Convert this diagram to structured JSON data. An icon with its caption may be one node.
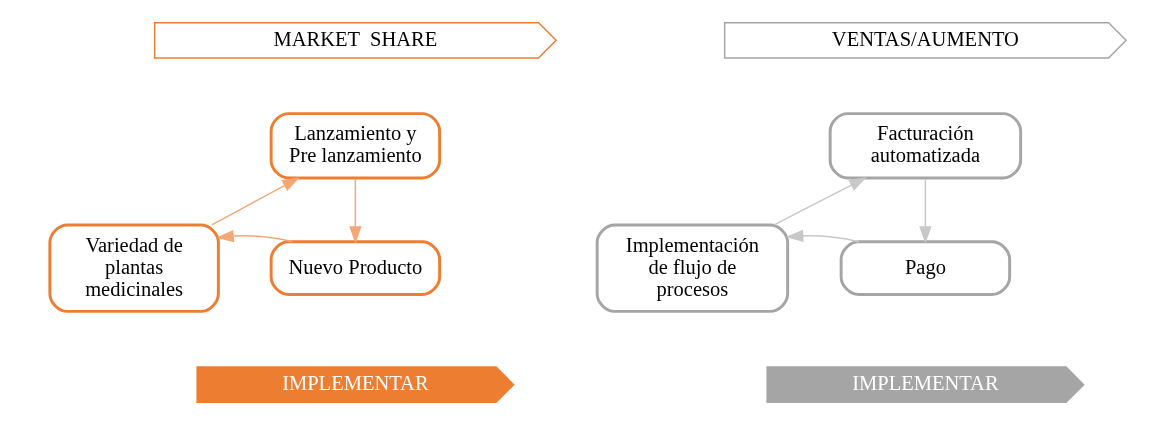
{
  "diagram": {
    "nodes": [
      {
        "text": [
          "MARKET  SHARE"
        ]
      },
      {
        "text": [
          "Lanzamiento y Pre lanzamiento"
        ]
      },
      {
        "text": [
          "Nuevo Producto"
        ]
      },
      {
        "text": [
          "Variedad de plantas medicinales"
        ]
      },
      {
        "text": [
          "IMPLEMENTAR"
        ]
      },
      {
        "text": [
          "VENTAS/AUMENTO"
        ]
      },
      {
        "text": [
          "Facturación automatizada"
        ]
      },
      {
        "text": [
          "Pago"
        ]
      },
      {
        "text": [
          "Implementación de flujo de procesos"
        ]
      },
      {
        "text": [
          "IMPLEMENTAR"
        ]
      }
    ],
    "edges": [
      {
        "from": 1,
        "to": 2,
        "arrow": "to",
        "color": "#f4a774"
      },
      {
        "from": 2,
        "to": 3,
        "arrow": "to",
        "color": "#f4a774"
      },
      {
        "from": 3,
        "to": 1,
        "arrow": "to",
        "color": "#f4a774"
      },
      {
        "from": 6,
        "to": 7,
        "arrow": "to",
        "color": "#c8c8c8"
      },
      {
        "from": 7,
        "to": 8,
        "arrow": "to",
        "color": "#c8c8c8"
      },
      {
        "from": 8,
        "to": 6,
        "arrow": "to",
        "color": "#c8c8c8"
      }
    ]
  }
}
